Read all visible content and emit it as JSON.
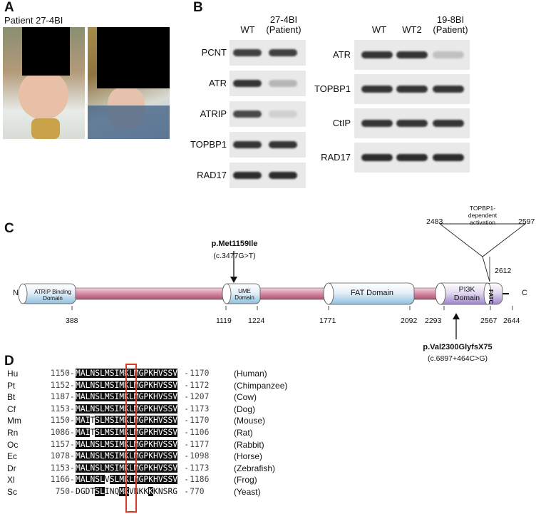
{
  "panels": {
    "a": "A",
    "b": "B",
    "c": "C",
    "d": "D"
  },
  "panel_a": {
    "patient_label": "Patient 27-4BI"
  },
  "blot_left": {
    "columns": [
      "WT",
      "27-4BI\n(Patient)"
    ],
    "col1": "WT",
    "col2_line1": "27-4BI",
    "col2_line2": "(Patient)",
    "rows": [
      {
        "label": "PCNT",
        "bands": [
          0.85,
          0.85
        ]
      },
      {
        "label": "ATR",
        "bands": [
          0.9,
          0.25
        ]
      },
      {
        "label": "ATRIP",
        "bands": [
          0.8,
          0.12
        ]
      },
      {
        "label": "TOPBP1",
        "bands": [
          0.9,
          0.9
        ]
      },
      {
        "label": "RAD17",
        "bands": [
          0.95,
          0.95
        ]
      }
    ]
  },
  "blot_right": {
    "col1": "WT",
    "col2": "WT2",
    "col3_line1": "19-8BI",
    "col3_line2": "(Patient)",
    "rows": [
      {
        "label": "ATR",
        "bands": [
          0.9,
          0.9,
          0.2
        ]
      },
      {
        "label": "TOPBP1",
        "bands": [
          0.9,
          0.9,
          0.9
        ]
      },
      {
        "label": "CtIP",
        "bands": [
          0.9,
          0.9,
          0.9
        ]
      },
      {
        "label": "RAD17",
        "bands": [
          0.95,
          0.95,
          0.95
        ]
      }
    ]
  },
  "domain_map": {
    "n_term": "N",
    "c_term": "C",
    "domains": {
      "atrip": "ATRIP Binding\nDomain",
      "atrip_l1": "ATRIP Binding",
      "atrip_l2": "Domain",
      "ume_l1": "UME",
      "ume_l2": "Domain",
      "fat": "FAT Domain",
      "pi3k_l1": "PI3K",
      "pi3k_l2": "Domain",
      "fatc": "FATC"
    },
    "positions": [
      "388",
      "1119",
      "1224",
      "1771",
      "2092",
      "2293",
      "2567",
      "2644",
      "2612",
      "2483",
      "2597"
    ],
    "mut1_name": "p.Met1159Ile",
    "mut1_cdna": "(c.3477G>T)",
    "mut2_name": "p.Val2300GlyfsX75",
    "mut2_cdna": "(c.6897+464C>G)",
    "topbp1_l1": "TOPBP1-",
    "topbp1_l2": "dependent",
    "topbp1_l3": "activation"
  },
  "alignment": [
    {
      "abbr": "Hu",
      "start": "1150",
      "seq": "MALNSLMSIMKLMGPKHVSSV",
      "end": "1170",
      "species": "(Human)",
      "white": []
    },
    {
      "abbr": "Pt",
      "start": "1152",
      "seq": "MALNSLMSIMKLMGPKHVSSV",
      "end": "1172",
      "species": "(Chimpanzee)",
      "white": []
    },
    {
      "abbr": "Bt",
      "start": "1187",
      "seq": "MALNSLMSIMKLMGPKHVSSV",
      "end": "1207",
      "species": "(Cow)",
      "white": []
    },
    {
      "abbr": "Cf",
      "start": "1153",
      "seq": "MALNSLMSIMKLMGPKHVSSV",
      "end": "1173",
      "species": "(Dog)",
      "white": []
    },
    {
      "abbr": "Mm",
      "start": "1150",
      "seq": "MAITSLMSIMKLMGPKHVSSV",
      "end": "1170",
      "species": "(Mouse)",
      "white": [
        3
      ]
    },
    {
      "abbr": "Rn",
      "start": "1086",
      "seq": "MAITSLMSIMKLMGPKHVSSV",
      "end": "1106",
      "species": "(Rat)",
      "white": [
        3
      ]
    },
    {
      "abbr": "Oc",
      "start": "1157",
      "seq": "MALNSLMSIMKLMGPKHVSSV",
      "end": "1177",
      "species": "(Rabbit)",
      "white": []
    },
    {
      "abbr": "Ec",
      "start": "1078",
      "seq": "MALNSLMSIMKLMGPKHVSSV",
      "end": "1098",
      "species": "(Horse)",
      "white": []
    },
    {
      "abbr": "Dr",
      "start": "1153",
      "seq": "MALNSLMSIMKLMGPKHVSSV",
      "end": "1173",
      "species": "(Zebrafish)",
      "white": []
    },
    {
      "abbr": "Xl",
      "start": "1166",
      "seq": "MALNSLVSLMKLMGPKHVSSV",
      "end": "1186",
      "species": "(Frog)",
      "white": [
        6
      ]
    },
    {
      "abbr": "Sc",
      "start": "750",
      "seq": "DGDTSLINQMKVNKKKKNSRG",
      "end": "770",
      "species": "(Yeast)",
      "white": [
        0,
        1,
        2,
        3,
        6,
        7,
        8,
        11,
        12,
        13,
        14,
        16,
        17,
        18,
        19,
        20
      ]
    }
  ],
  "colors": {
    "highlight_box": "#d63a2c",
    "bar_pink": "#d58aa3",
    "domain_blue": "#a9cde6",
    "domain_purple": "#b7a4d6"
  }
}
